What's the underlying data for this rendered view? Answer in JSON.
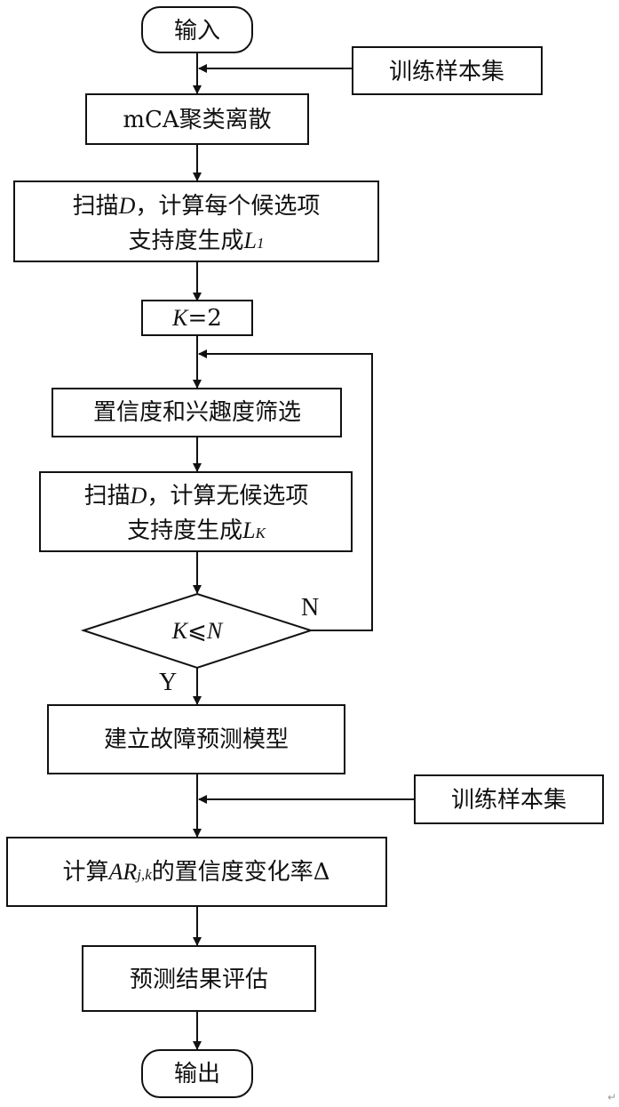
{
  "nodes": {
    "input": "输入",
    "train_set_top": "训练样本集",
    "mca": "mCA聚类离散",
    "scan1": {
      "line1_pre": "扫描",
      "line1_var": "D",
      "line1_post": "，计算每个候选项",
      "line2_pre": "支持度生成",
      "line2_var": "L",
      "line2_sub": "1"
    },
    "k2": {
      "var": "K",
      "rest": "=2"
    },
    "filter": "置信度和兴趣度筛选",
    "scan2": {
      "line1_pre": "扫描",
      "line1_var": "D",
      "line1_post": "，计算无候选项",
      "line2_pre": "支持度生成",
      "line2_var": "L",
      "line2_sub": "K"
    },
    "decision": {
      "var1": "K",
      "op": "⩽",
      "var2": "N"
    },
    "build": "建立故障预测模型",
    "train_set_bottom": "训练样本集",
    "calc": {
      "pre": "计算",
      "var": "AR",
      "sub": "j,k",
      "post": "的置信度变化率Δ"
    },
    "evaluate": "预测结果评估",
    "output": "输出"
  },
  "edges": {
    "no_label": "N",
    "yes_label": "Y"
  },
  "paragraph_mark": "↵"
}
